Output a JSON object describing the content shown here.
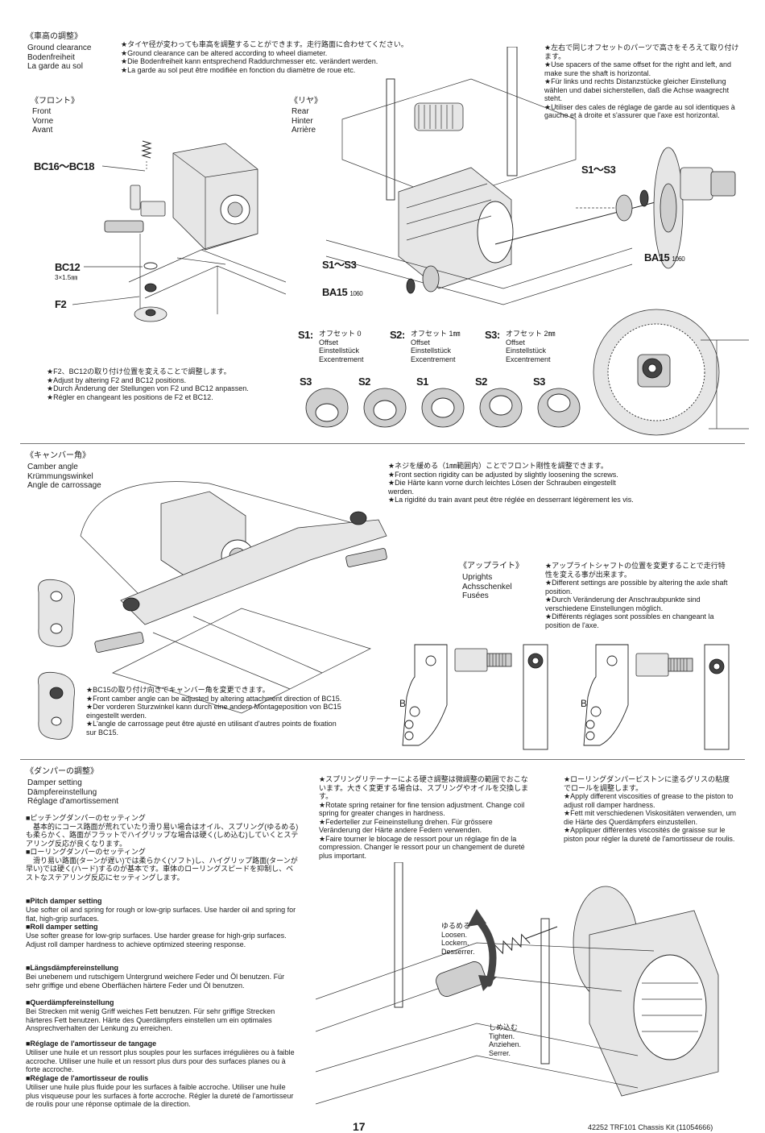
{
  "ground": {
    "heading_jp": "《車高の調整》",
    "heading": "Ground clearance\nBodenfreiheit\nLa garde au sol",
    "notes": "★タイヤ径が変わっても車高を調整することができます。走行路面に合わせてください。\n★Ground clearance can be altered according to wheel diameter.\n★Die Bodenfreiheit kann entsprechend Raddurchmesser etc. verändert werden.\n★La garde au sol peut être modifiée en fonction du diamètre de roue etc.",
    "front_jp": "《フロント》",
    "front": "Front\nVorne\nAvant",
    "rear_jp": "《リヤ》",
    "rear": "Rear\nHinter\nArrière",
    "part_bc16": "BC16〜BC18",
    "part_bc12": "BC12",
    "part_bc12_size": "3×1.5㎜",
    "part_f2": "F2",
    "part_s1s3_a": "S1〜S3",
    "part_s1s3_b": "S1〜S3",
    "part_ba15_a": "BA15",
    "part_ba15_a_num": "1060",
    "part_ba15_b": "BA15",
    "part_ba15_b_num": "1060",
    "spacer_note": "★左右で同じオフセットのパーツで高さをそろえて取り付けます。\n★Use spacers of the same offset for the right and left, and make sure the shaft is horizontal.\n★Für links und rechts Distanzstücke gleicher Einstellung wählen und dabei sicherstellen, daß die Achse waagrecht steht.\n★Utiliser des cales de réglage de garde au sol identiques à gauche et à droite et s'assurer que l'axe est horizontal.",
    "offset_s1_code": "S1:",
    "offset_s1": "オフセット 0\nOffset\nEinstellstück\nExcentrement",
    "offset_s2_code": "S2:",
    "offset_s2": "オフセット 1㎜\nOffset\nEinstellstück\nExcentrement",
    "offset_s3_code": "S3:",
    "offset_s3": "オフセット 2㎜\nOffset\nEinstellstück\nExcentrement",
    "spacers": [
      "S3",
      "S2",
      "S1",
      "S2",
      "S3"
    ],
    "front_note": "★F2、BC12の取り付け位置を変えることで調整します。\n★Adjust by altering F2 and BC12 positions.\n★Durch Änderung der Stellungen von F2 und BC12 anpassen.\n★Régler en changeant les positions de F2 et BC12."
  },
  "camber": {
    "heading_jp": "《キャンバー角》",
    "heading": "Camber angle\nKrümmungswinkel\nAngle de carrossage",
    "screw_note": "★ネジを緩める（1㎜範囲内）ことでフロント剛性を調整できます。\n★Front section rigidity can be adjusted by slightly loosening the screws.\n★Die Härte kann vorne durch leichtes Lösen der Schrauben eingestellt werden.\n★La rigidité du train avant peut être réglée en desserrant légèrement les vis.",
    "bc15_note": "★BC15の取り付け向きでキャンバー角を変更できます。\n★Front camber angle can be adjusted by altering attachment direction of BC15.\n★Der vorderen Sturzwinkel kann durch eine andere Montageposition von BC15 eingestellt werden.\n★L'angle de carrossage peut être ajusté en utilisant d'autres points de fixation sur BC15."
  },
  "uprights": {
    "heading_jp": "《アップライト》",
    "heading": "Uprights\nAchsschenkel\nFusées",
    "notes": "★アップライトシャフトの位置を変更することで走行特性を変える事が出来ます。\n★Different settings are possible by altering the axle shaft position.\n★Durch Veränderung der Anschraubpunkte sind verschiedene Einstellungen möglich.\n★Différents réglages sont possibles en changeant la position de l'axe.",
    "mark_b_1": "B",
    "mark_b_2": "B"
  },
  "damper": {
    "heading_jp": "《ダンパーの調整》",
    "heading": "Damper setting\nDämpfereinstellung\nRéglage d'amortissement",
    "body_jp": "■ピッチングダンパーのセッティング\n　基本的にコース路面が荒れていたり滑り易い場合はオイル、スプリング(ゆるめる)も柔らかく、路面がフラットでハイグリップな場合は硬く(しめ込む)していくとステアリング反応が良くなります。\n■ローリングダンパーのセッティング\n　滑り易い路面(ターンが遅い)では柔らかく(ソフト)し、ハイグリップ路面(ターンが早い)では硬く(ハード)するのが基本です。車体のローリングスピードを抑制し、ベストなステアリング反応にセッティングします。",
    "pitch_title": "■Pitch damper setting",
    "pitch_body": "Use softer oil and spring for rough or low-grip surfaces. Use harder oil and spring for flat, high-grip surfaces.",
    "roll_title": "■Roll damper setting",
    "roll_body": "Use softer grease for low-grip surfaces. Use harder grease for high-grip surfaces. Adjust roll damper hardness to achieve optimized steering response.",
    "laengs_title": "■Längsdämpfereinstellung",
    "laengs_body": "Bei unebenem und rutschigem Untergrund weichere Feder und Öl benutzen. Für sehr griffige und ebene Oberflächen härtere Feder und Öl benutzen.",
    "quer_title": "■Querdämpfereinstellung",
    "quer_body": "Bei Strecken mit wenig Griff weiches Fett benutzen. Für sehr griffige Strecken härteres Fett benutzen. Härte des Querdämpfers einstellen um ein optimales Ansprechverhalten der Lenkung zu erreichen.",
    "tangage_title": "■Réglage de l'amortisseur de tangage",
    "tangage_body": "Utiliser une huile et un ressort plus souples pour les surfaces irrégulières ou à faible accroche. Utiliser une huile et un ressort plus durs pour des surfaces planes ou à forte accroche.",
    "roulis_title": "■Réglage de l'amortisseur de roulis",
    "roulis_body": "Utiliser une huile plus fluide pour les surfaces à faible accroche. Utiliser une huile plus visqueuse pour les surfaces à forte accroche. Régler la dureté de l'amortisseur de roulis pour une réponse optimale de la direction.",
    "spring_note": "★スプリングリテーナーによる硬さ調整は微調整の範囲でおこないます。大きく変更する場合は、スプリングやオイルを交換します。\n★Rotate spring retainer for fine tension adjustment. Change coil spring for greater changes in hardness.\n★Federteller zur Feineinstellung drehen. Für grössere Veränderung der Härte andere Federn verwenden.\n★Faire tourner le blocage de ressort pour un réglage fin de la compression. Changer le ressort pour un changement de dureté plus important.",
    "grease_note": "★ローリングダンパーピストンに塗るグリスの粘度でロールを調整します。\n★Apply different viscosities of grease to the piston to adjust roll damper hardness.\n★Fett mit verschiedenen Viskositäten verwenden, um die Härte des Querdämpfers einzustellen.\n★Appliquer différentes viscosités de graisse sur le piston pour régler la dureté de l'amortisseur de roulis.",
    "loosen": "ゆるめる\nLoosen.\nLockern.\nDesserrer.",
    "tighten": "しめ込む\nTighten.\nAnziehen.\nSerrer."
  },
  "footer": {
    "page_number": "17",
    "kit": "42252  TRF101 Chassis Kit  (11054666)"
  }
}
